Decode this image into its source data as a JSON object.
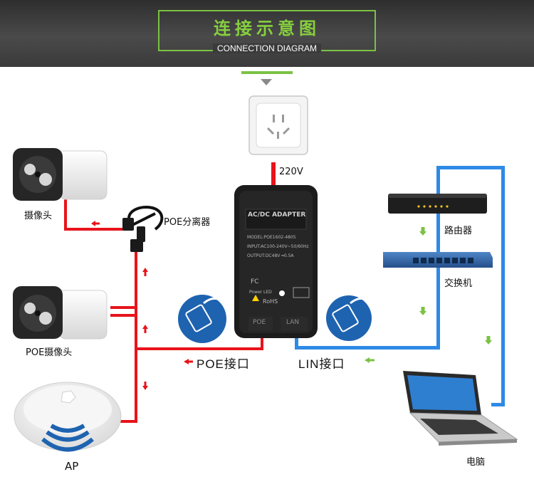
{
  "header": {
    "title_cn": "连接示意图",
    "title_en": "CONNECTION DIAGRAM"
  },
  "adapter": {
    "heading": "AC/DC ADAPTER",
    "model": "MODEL:POE1602-4805",
    "input": "INPUT:AC100-240V~50/60Hz",
    "output": "OUTPUT:DC48V ═0.5A",
    "power_led": "Power LED",
    "rohs": "RoHS",
    "port_poe": "POE",
    "port_lan": "LAN"
  },
  "labels": {
    "voltage": "220V",
    "camera": "摄像头",
    "splitter": "POE分离器",
    "poe_camera": "POE摄像头",
    "ap": "AP",
    "router": "路由器",
    "switch": "交换机",
    "computer": "电脑",
    "poe_port": "POE接口",
    "lin_port": "LIN接口"
  },
  "colors": {
    "accent_green": "#7bc243",
    "line_red": "#e8131b",
    "line_blue": "#2e8ae6",
    "adapter_body": "#1c1c1c",
    "icon_circle": "#1e63b0"
  }
}
